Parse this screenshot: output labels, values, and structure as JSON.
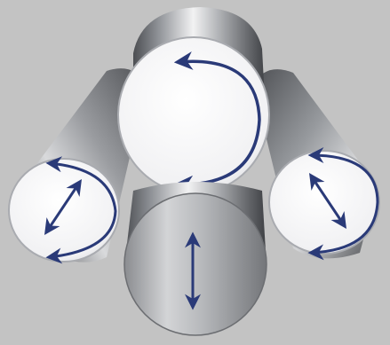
{
  "image": {
    "background_color": "#c3c3c3",
    "subject": "four metal rods",
    "arrow_color": "#2a3a78"
  },
  "rods": [
    {
      "id": "left",
      "face": "white",
      "arrows": [
        "curved-arrow",
        "double-arrow"
      ]
    },
    {
      "id": "top",
      "face": "white",
      "arrows": [
        "curved-arrow"
      ]
    },
    {
      "id": "right",
      "face": "white",
      "arrows": [
        "curved-arrow",
        "double-arrow"
      ]
    },
    {
      "id": "bottom",
      "face": "metal",
      "arrows": [
        "double-arrow"
      ]
    }
  ]
}
